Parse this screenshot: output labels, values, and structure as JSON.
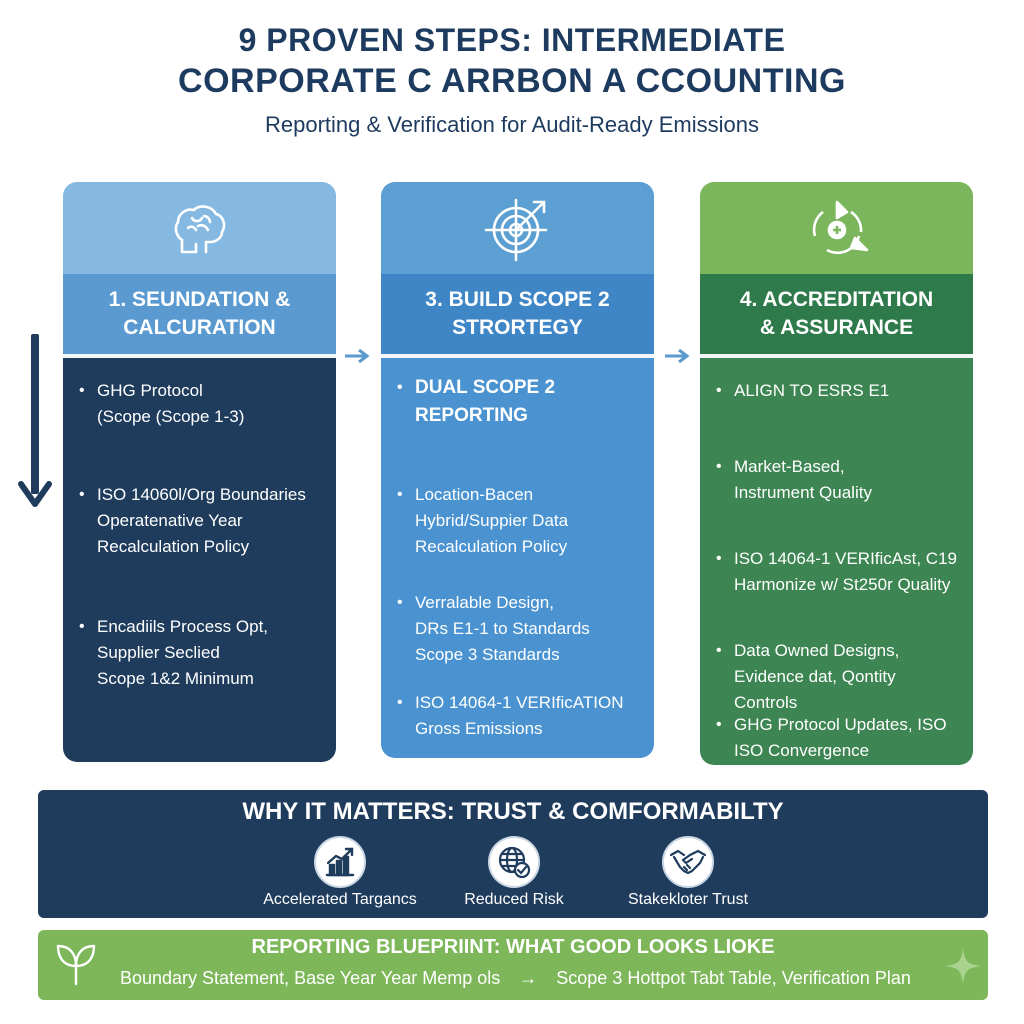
{
  "header": {
    "title_line1": "9 PROVEN STEPS: INTERMEDIATE",
    "title_line2": "CORPORATE C ARRBON A CCOUNTING",
    "subtitle": "Reporting & Verification for Audit-Ready Emissions"
  },
  "columns": [
    {
      "icon": "brain-icon",
      "title_line1": "1. SEUNDATION &",
      "title_line2": "CALCURATION",
      "items": [
        {
          "lines": [
            "GHG Protocol",
            "(Scope (Scope 1-3)"
          ]
        },
        {
          "lines": [
            "ISO 14060l/Org Boundaries",
            "Operatenative Year",
            "Recalculation Policy"
          ]
        },
        {
          "lines": [
            "Encadiils Process Opt,",
            "Supplier Seclied",
            "Scope 1&2 Minimum"
          ]
        }
      ]
    },
    {
      "icon": "target-icon",
      "title_line1": "3. BUILD SCOPE 2",
      "title_line2": "STRORTEGY",
      "items": [
        {
          "lines": [
            "DUAL SCOPE 2",
            "REPORTING"
          ]
        },
        {
          "lines": [
            "Location-Bacen",
            "Hybrid/Suppier Data",
            "Recalculation Policy"
          ]
        },
        {
          "lines": [
            "Verralable Design,",
            "DRs E1-1 to Standards",
            "Scope 3 Standards"
          ]
        },
        {
          "lines": [
            "ISO 14064-1 VERIficATION",
            "Gross Emissions"
          ]
        }
      ]
    },
    {
      "icon": "cycle-icon",
      "title_line1": "4. ACCREDITATION",
      "title_line2": "& ASSURANCE",
      "items": [
        {
          "lines": [
            "ALIGN TO ESRS E1"
          ]
        },
        {
          "lines": [
            "Market-Based,",
            "Instrument Quality"
          ]
        },
        {
          "lines": [
            "ISO 14064-1 VERIficAst, C19",
            "Harmonize w/ St250r Quality"
          ]
        },
        {
          "lines": [
            "Data Owned Designs,",
            "Evidence dat, Qontity Controls"
          ]
        },
        {
          "lines": [
            "GHG Protocol Updates, ISO",
            "ISO Convergence"
          ]
        }
      ]
    }
  ],
  "why": {
    "title": "WHY IT MATTERS: TRUST & COMFORMABILTY",
    "items": [
      {
        "icon": "growth-chart-icon",
        "label": "Accelerated Targancs"
      },
      {
        "icon": "globe-check-icon",
        "label": "Reduced Risk"
      },
      {
        "icon": "handshake-icon",
        "label": "Stakekloter Trust"
      }
    ]
  },
  "blueprint": {
    "title": "REPORTING BLUEPRIINT: WHAT GOOD LOOKS LIOKE",
    "left_text": "Boundary Statement, Base Year Year Memp ols",
    "arrow": "→",
    "right_text": "Scope 3 Hottpot Tabt Table, Verification Plan"
  },
  "colors": {
    "navy": "#1f3c5d",
    "blue": "#4a93d0",
    "green": "#3d8552",
    "light_green": "#7db759"
  }
}
